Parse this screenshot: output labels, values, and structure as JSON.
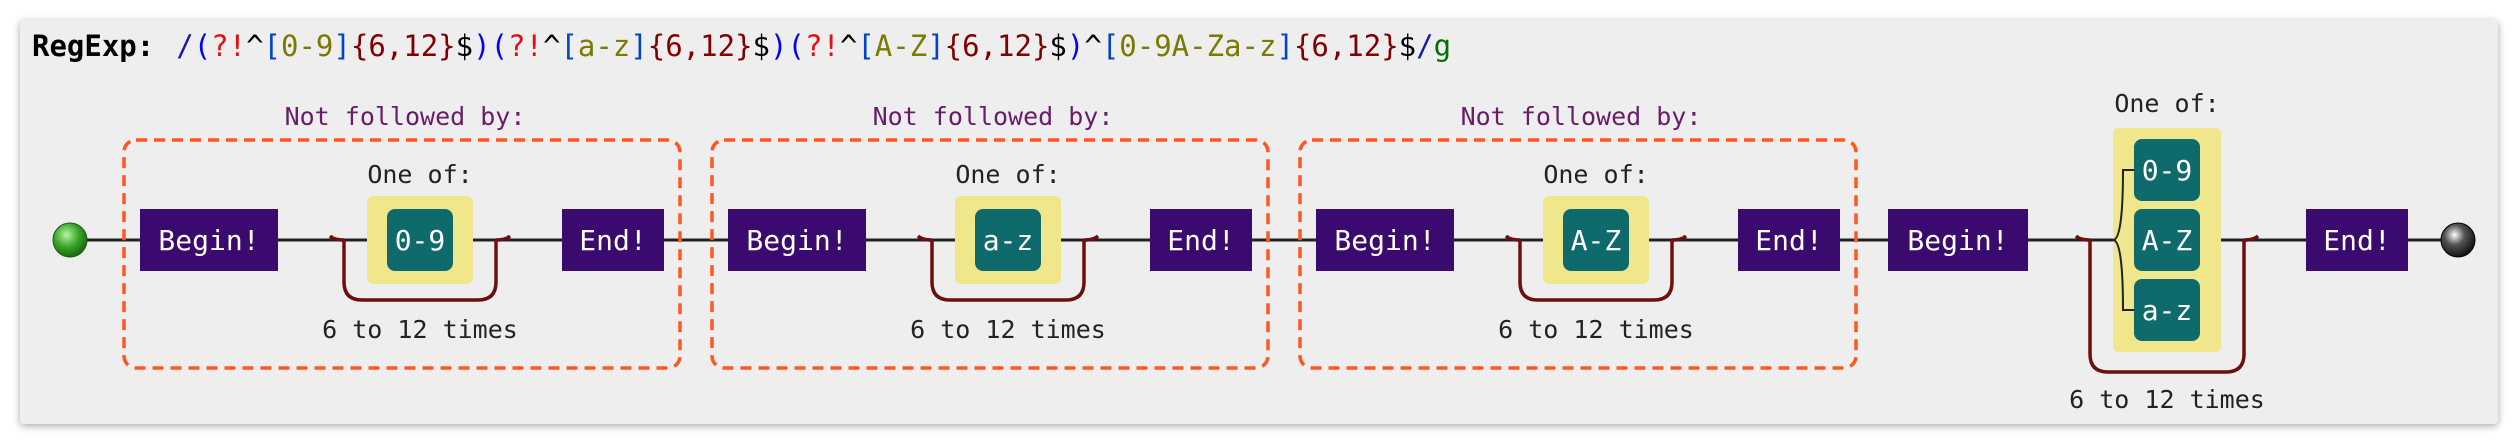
{
  "regexp": {
    "label": "RegExp:",
    "tokens": [
      {
        "t": "/",
        "c": "slash"
      },
      {
        "t": "(",
        "c": "paren"
      },
      {
        "t": "?!",
        "c": "look"
      },
      {
        "t": "^",
        "c": "anchor"
      },
      {
        "t": "[",
        "c": "bracket"
      },
      {
        "t": "0-9",
        "c": "range"
      },
      {
        "t": "]",
        "c": "bracket"
      },
      {
        "t": "{6,12}",
        "c": "quant"
      },
      {
        "t": "$",
        "c": "anchor"
      },
      {
        "t": ")",
        "c": "paren"
      },
      {
        "t": "(",
        "c": "paren"
      },
      {
        "t": "?!",
        "c": "look"
      },
      {
        "t": "^",
        "c": "anchor"
      },
      {
        "t": "[",
        "c": "bracket"
      },
      {
        "t": "a-z",
        "c": "range"
      },
      {
        "t": "]",
        "c": "bracket"
      },
      {
        "t": "{6,12}",
        "c": "quant"
      },
      {
        "t": "$",
        "c": "anchor"
      },
      {
        "t": ")",
        "c": "paren"
      },
      {
        "t": "(",
        "c": "paren"
      },
      {
        "t": "?!",
        "c": "look"
      },
      {
        "t": "^",
        "c": "anchor"
      },
      {
        "t": "[",
        "c": "bracket"
      },
      {
        "t": "A-Z",
        "c": "range"
      },
      {
        "t": "]",
        "c": "bracket"
      },
      {
        "t": "{6,12}",
        "c": "quant"
      },
      {
        "t": "$",
        "c": "anchor"
      },
      {
        "t": ")",
        "c": "paren"
      },
      {
        "t": "^",
        "c": "anchor"
      },
      {
        "t": "[",
        "c": "bracket"
      },
      {
        "t": "0-9A-Za-z",
        "c": "range"
      },
      {
        "t": "]",
        "c": "bracket"
      },
      {
        "t": "{6,12}",
        "c": "quant"
      },
      {
        "t": "$",
        "c": "anchor"
      },
      {
        "t": "/",
        "c": "slash"
      },
      {
        "t": "g",
        "c": "flag"
      }
    ]
  },
  "groups": [
    {
      "label": "Not followed by:",
      "begin": "Begin!",
      "oneof": "One of:",
      "chars": [
        "0-9"
      ],
      "repeat": "6 to 12 times",
      "end": "End!"
    },
    {
      "label": "Not followed by:",
      "begin": "Begin!",
      "oneof": "One of:",
      "chars": [
        "a-z"
      ],
      "repeat": "6 to 12 times",
      "end": "End!"
    },
    {
      "label": "Not followed by:",
      "begin": "Begin!",
      "oneof": "One of:",
      "chars": [
        "A-Z"
      ],
      "repeat": "6 to 12 times",
      "end": "End!"
    }
  ],
  "tail": {
    "begin": "Begin!",
    "oneof": "One of:",
    "chars": [
      "0-9",
      "A-Z",
      "a-z"
    ],
    "repeat": "6 to 12 times",
    "end": "End!"
  },
  "colors": {
    "anchor_box": "#3b0a6e",
    "char_box": "#0f6b6b",
    "char_bg": "#f0e68c",
    "group_border": "#ff5722",
    "group_label": "#6a1b6a",
    "loop": "#6b0f0f",
    "line": "#222222"
  }
}
